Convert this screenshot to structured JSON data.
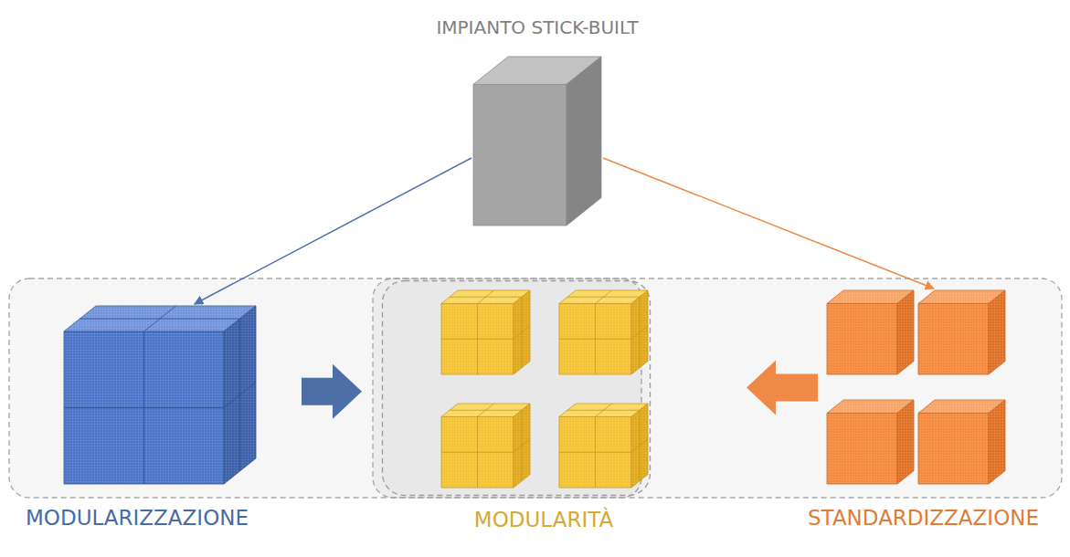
{
  "diagram": {
    "nodes": [
      {
        "text": [
          "IMPIANTO STICK-BUILT"
        ]
      },
      {
        "text": [
          "MODULARIZZAZIONE"
        ]
      },
      {
        "text": [
          "MODULARITÀ"
        ]
      },
      {
        "text": [
          "STANDARDIZZAZIONE"
        ]
      }
    ],
    "edges": [
      {
        "from": 0,
        "to": 1,
        "arrow": "to"
      },
      {
        "from": 0,
        "to": 3,
        "arrow": "to"
      },
      {
        "from": 1,
        "to": 2,
        "arrow": "to"
      },
      {
        "from": 3,
        "to": 2,
        "arrow": "to"
      }
    ]
  }
}
